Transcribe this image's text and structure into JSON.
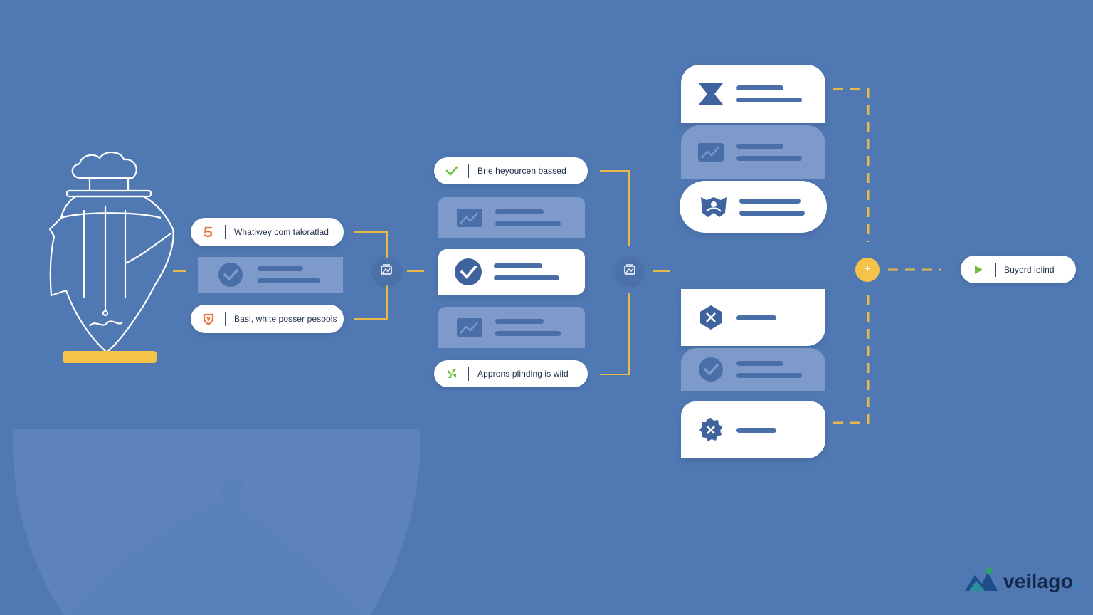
{
  "colors": {
    "background": "#5078B2",
    "card": "#FFFFFF",
    "card_faded": "#7D9ACB",
    "accent_gold": "#F5C349",
    "accent_line": "#E8B84A",
    "line_bar": "#4A6FA8",
    "check_green": "#6CBF3A",
    "orange": "#E9733A"
  },
  "left_pills": [
    {
      "icon": "number-five-icon",
      "label": "Whatiwey com taloratlad"
    },
    {
      "icon": "shield-icon",
      "label": "Basl, white posser pesools"
    }
  ],
  "middle_pills": [
    {
      "icon": "check-icon",
      "label": "Brie heyourcen bassed"
    },
    {
      "icon": "clover-icon",
      "label": "Approns plinding is wild"
    }
  ],
  "final_pill": {
    "icon": "play-icon",
    "label": "Buyerd leiind"
  },
  "brand": {
    "name": "veilago",
    "dot": "."
  },
  "nodes": [
    "image-stack-icon",
    "image-stack-icon",
    "plus-icon"
  ]
}
